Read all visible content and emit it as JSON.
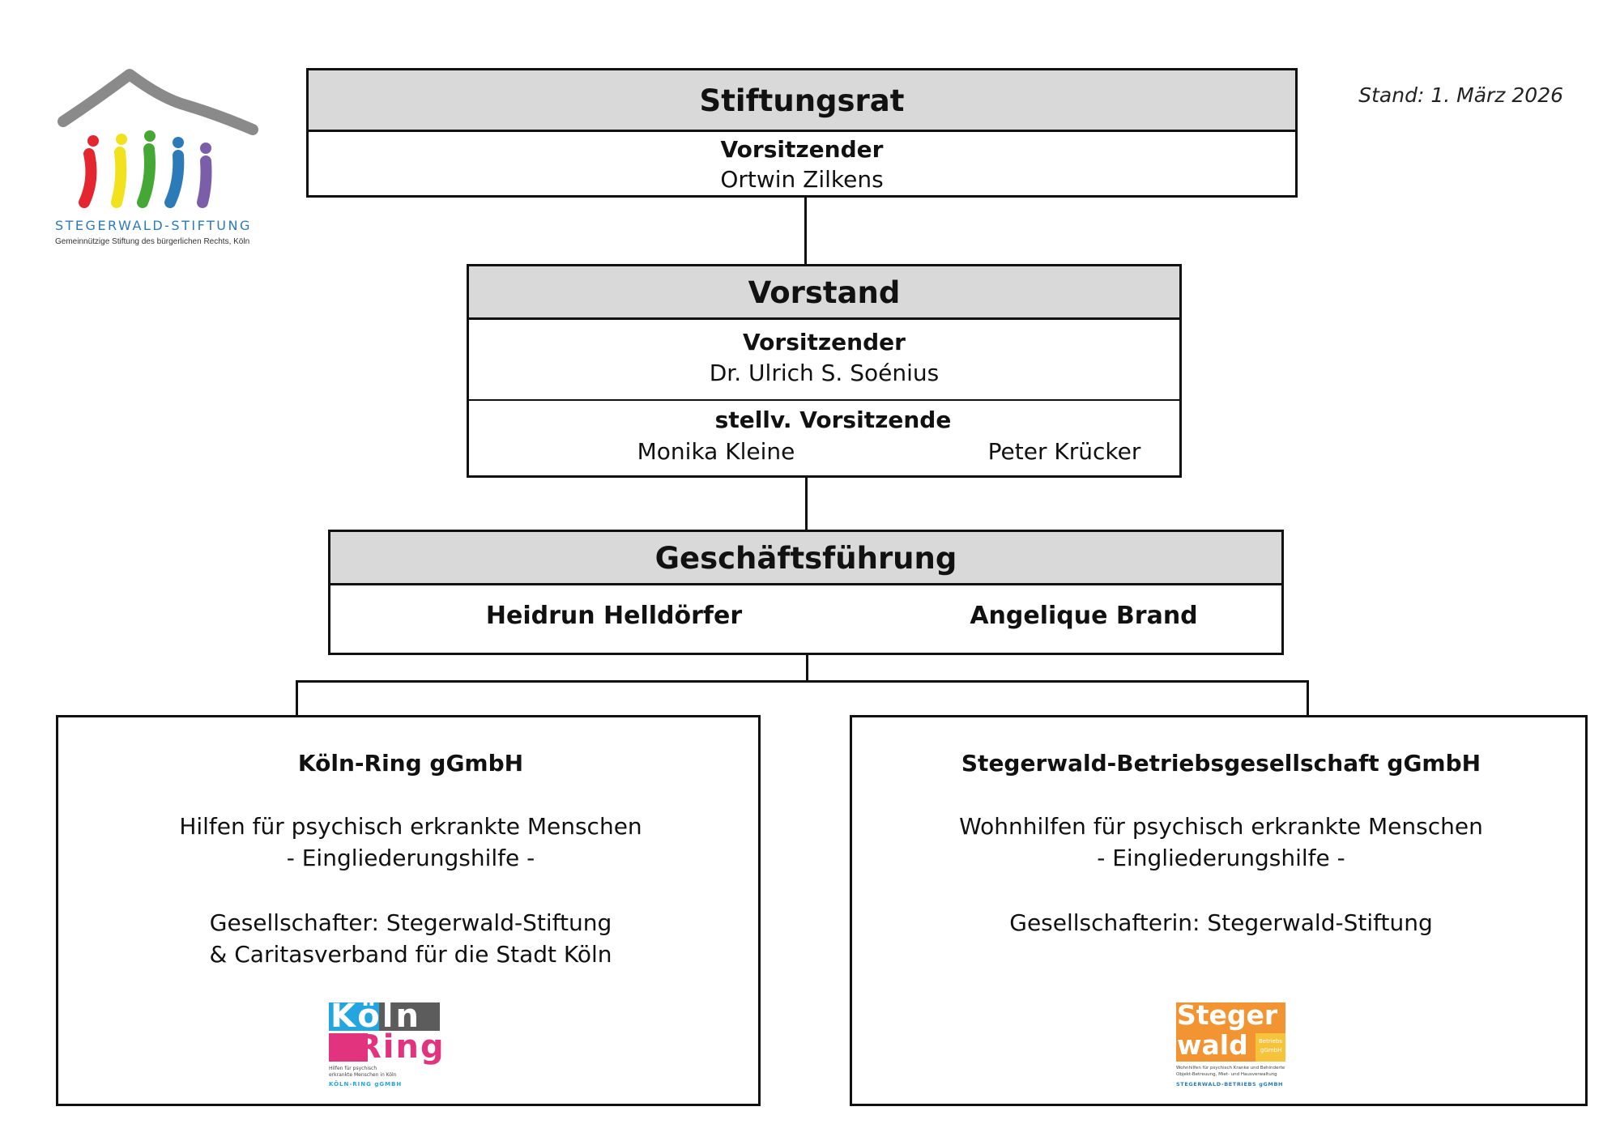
{
  "logo": {
    "name": "STEGERWALD-STIFTUNG",
    "subtitle": "Gemeinnützige Stiftung des bürgerlichen Rechts, Köln"
  },
  "stand": "Stand: 1. März 2026",
  "stiftungsrat": {
    "title": "Stiftungsrat",
    "role": "Vorsitzender",
    "person": "Ortwin Zilkens"
  },
  "vorstand": {
    "title": "Vorstand",
    "chair_role": "Vorsitzender",
    "chair_person": "Dr. Ulrich S. Soénius",
    "deputy_role": "stellv. Vorsitzende",
    "deputies": [
      "Monika Kleine",
      "Peter Krücker"
    ]
  },
  "geschaeftsfuehrung": {
    "title": "Geschäftsführung",
    "persons": [
      "Heidrun Helldörfer",
      "Angelique Brand"
    ]
  },
  "companies": [
    {
      "name": "Köln-Ring gGmbH",
      "desc1": "Hilfen für psychisch erkrankte Menschen",
      "desc2": "- Eingliederungshilfe -",
      "owner1": "Gesellschafter: Stegerwald-Stiftung",
      "owner2": "& Caritasverband für die Stadt Köln",
      "logo": {
        "word1": "Köln",
        "word2": "Ring",
        "tagline1": "Hilfen für psychisch",
        "tagline2": "erkrankte Menschen in Köln",
        "footer": "KÖLN-RING gGMBH"
      }
    },
    {
      "name": "Stegerwald-Betriebsgesellschaft gGmbH",
      "desc1": "Wohnhilfen für psychisch erkrankte Menschen",
      "desc2": "- Eingliederungshilfe -",
      "owner1": "Gesellschafterin: Stegerwald-Stiftung",
      "logo": {
        "word1": "Steger",
        "word2": "wald",
        "badge1": "Betriebs",
        "badge2": "gGmbH",
        "tagline1": "Wohnhilfen für psychisch Kranke und Behinderte",
        "tagline2": "Objekt-Betreuung, Miet- und Hausverwaltung",
        "footer": "STEGERWALD-BETRIEBS gGMBH"
      }
    }
  ],
  "colors": {
    "header_fill": "#d9d9d9",
    "logo_blue": "#2b7bb9",
    "koeln_blue": "#23a6e0",
    "koeln_pink": "#e2337f",
    "koeln_grey": "#5c5c5c",
    "steger_orange": "#f29432",
    "steger_yellow": "#f7c33b"
  }
}
